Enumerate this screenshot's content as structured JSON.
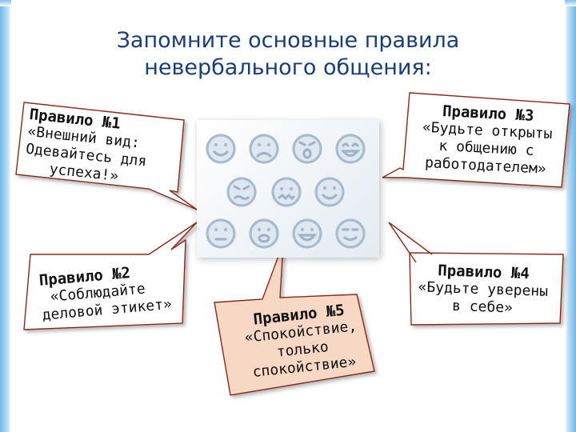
{
  "title": {
    "line1": "Запомните основные правила",
    "line2": "невербального общения:"
  },
  "rules": [
    {
      "head": "Правило №1",
      "lines": [
        "«Внешний вид:",
        "Одевайтесь для",
        "успеха!»"
      ]
    },
    {
      "head": "Правило №2",
      "lines": [
        "«Соблюдайте",
        "деловой этикет»"
      ]
    },
    {
      "head": "Правило №3",
      "lines": [
        "«Будьте открыты",
        "к общению с",
        "работодателем»"
      ]
    },
    {
      "head": "Правило №4",
      "lines": [
        "«Будьте уверены",
        "в себе»"
      ]
    },
    {
      "head": "Правило №5",
      "lines": [
        "«Спокойствие,",
        "только",
        "спокойствие»"
      ]
    }
  ],
  "faces": [
    {
      "icon": "smile-face-icon"
    },
    {
      "icon": "sad-face-icon"
    },
    {
      "icon": "surprised-face-icon"
    },
    {
      "icon": "laughing-face-icon"
    },
    {
      "icon": "worried-face-icon"
    },
    {
      "icon": "confused-face-icon"
    },
    {
      "icon": "smile-face-icon"
    },
    {
      "icon": "neutral-face-icon"
    },
    {
      "icon": "open-mouth-face-icon"
    },
    {
      "icon": "grin-face-icon"
    },
    {
      "icon": "content-face-icon"
    }
  ],
  "colors": {
    "title": "#1a3d7a",
    "bubble_border": "#8a2a1a",
    "bubble5_fill": "#f6d8c4",
    "face": "#9fb4c8"
  }
}
